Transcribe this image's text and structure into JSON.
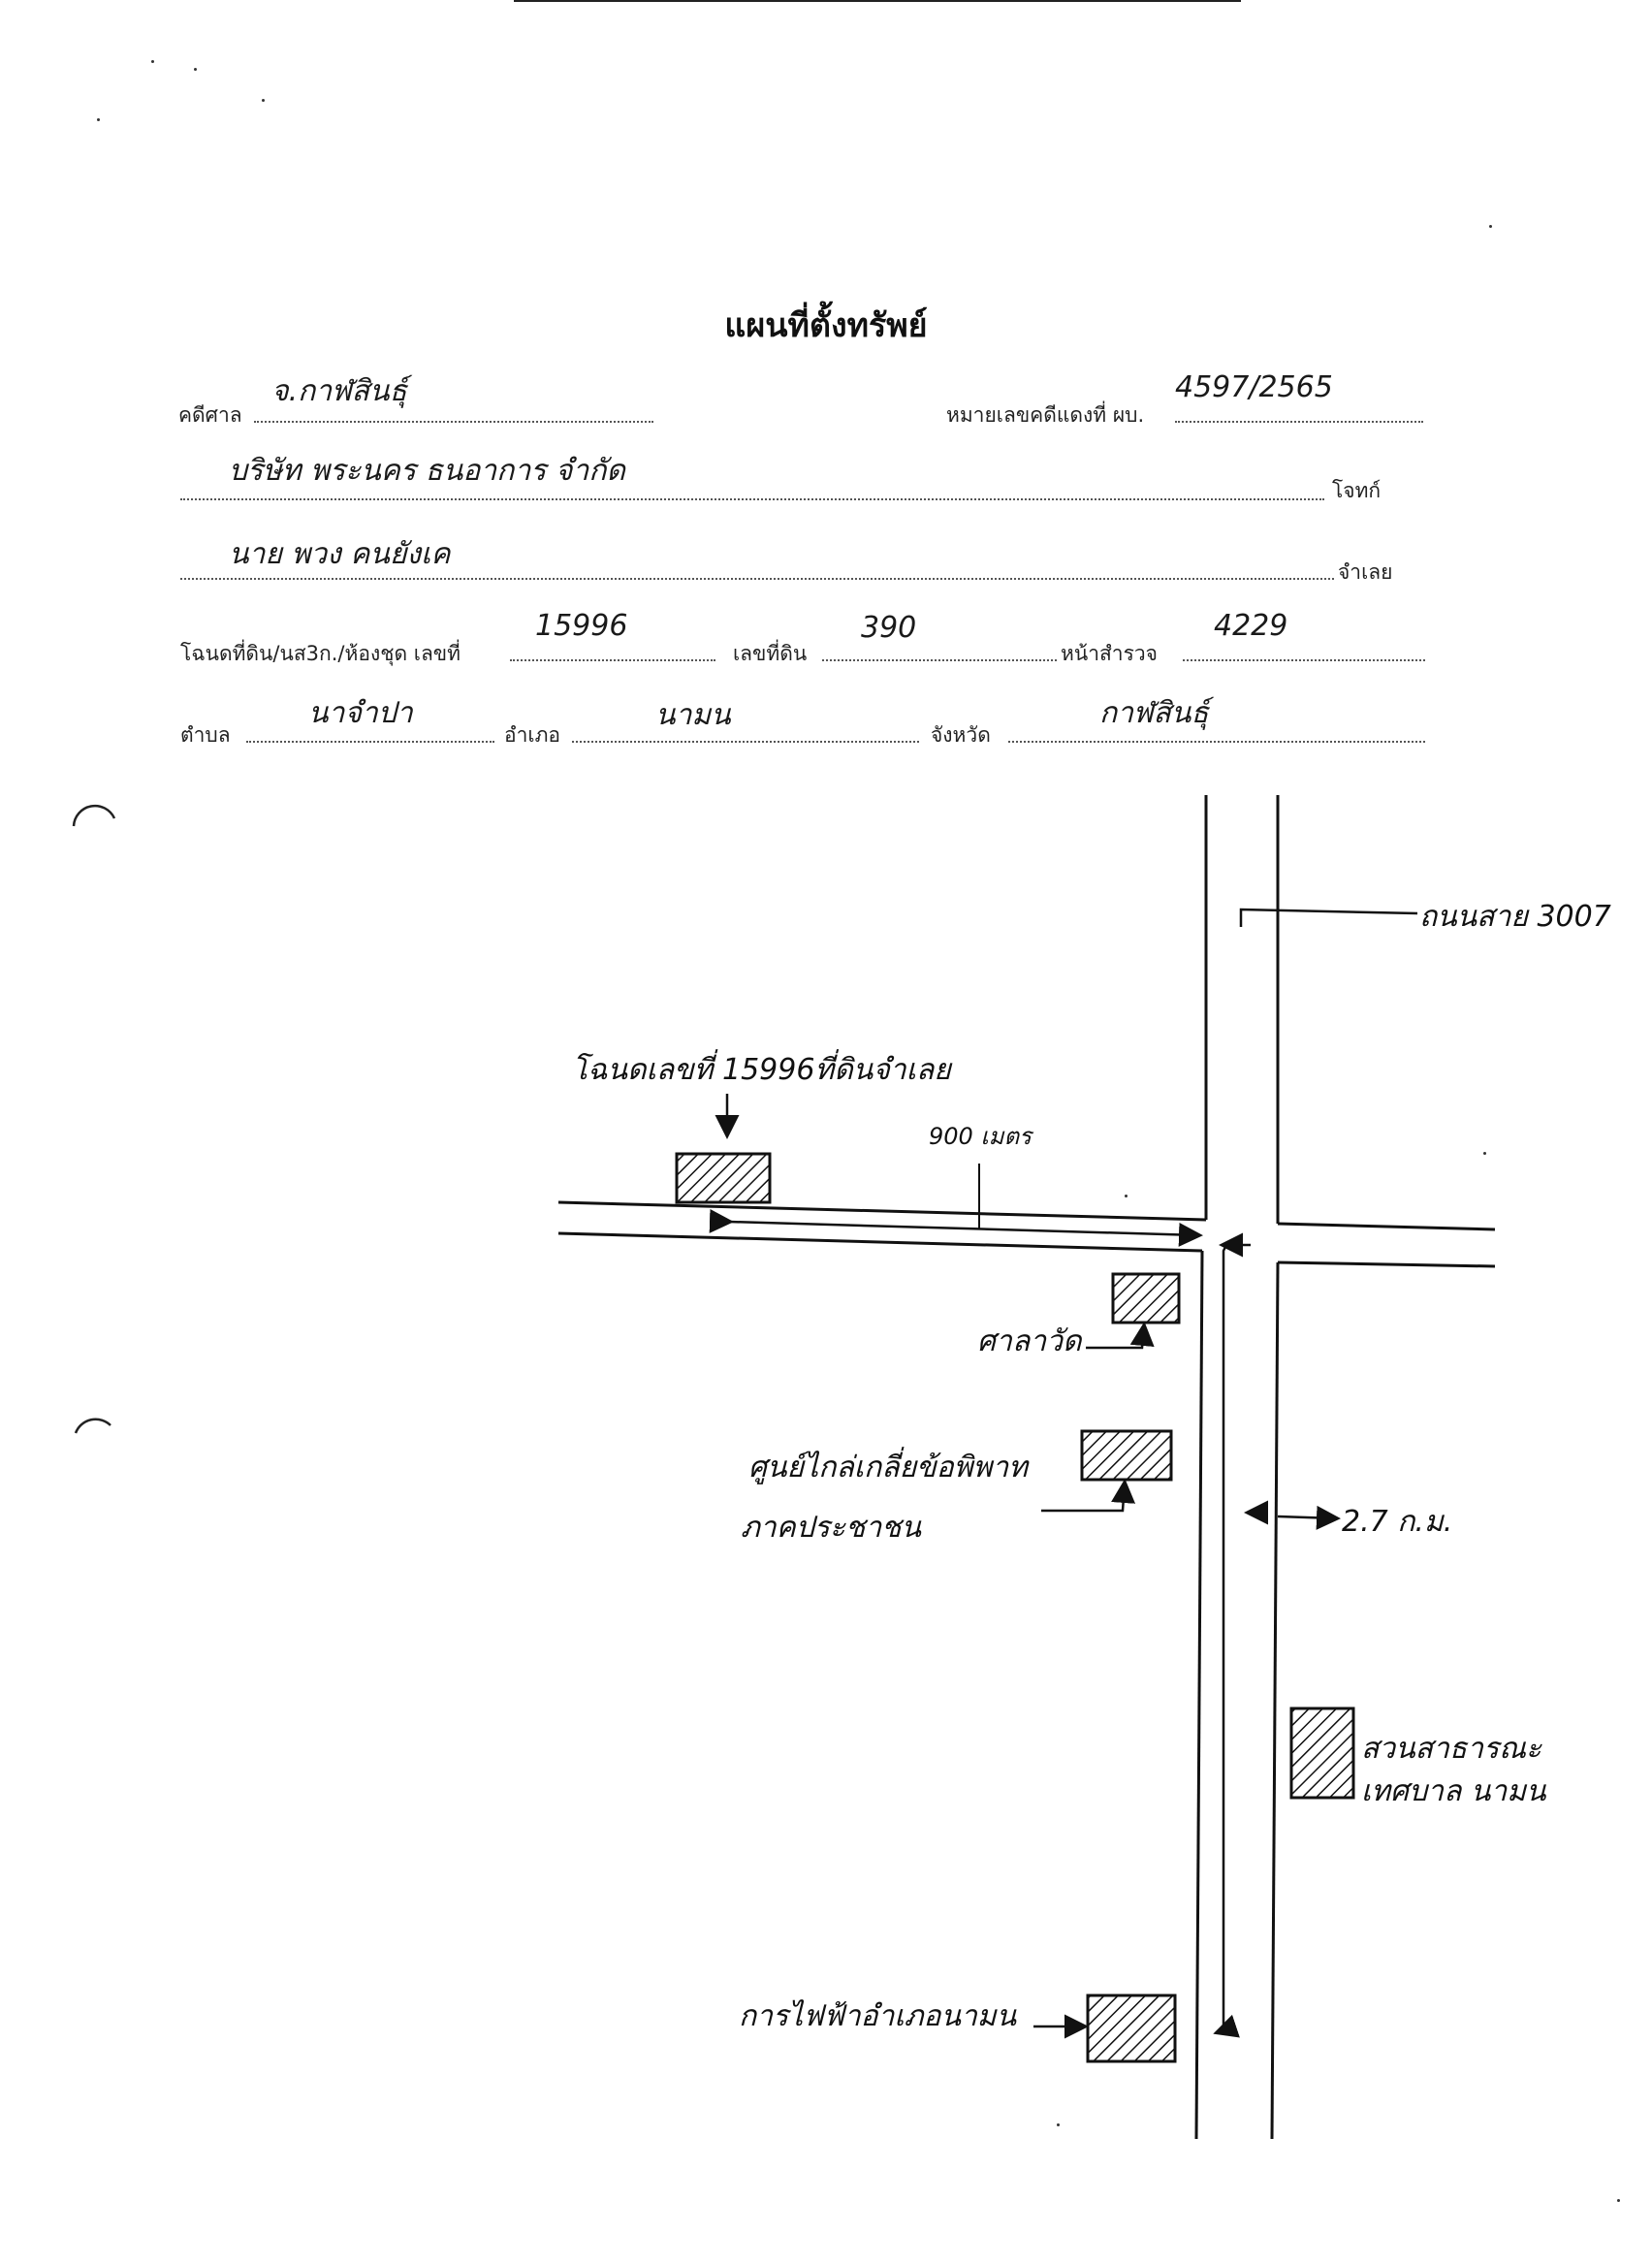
{
  "document": {
    "title": "แผนที่ตั้งทรัพย์",
    "header": {
      "court_label": "คดีศาล",
      "court_value": "จ.กาฬสินธุ์",
      "case_no_label": "หมายเลขคดีแดงที่ ผบ.",
      "case_no_value": "4597/2565",
      "plaintiff_value": "บริษัท พระนคร ธนอาการ จำกัด",
      "plaintiff_label": "โจทก์",
      "defendant_value": "นาย พวง คนยังเค",
      "defendant_label": "จำเลย",
      "deed_label": "โฉนดที่ดิน/นส3ก./ห้องชุด เลขที่",
      "deed_value": "15996",
      "land_no_label": "เลขที่ดิน",
      "land_no_value": "390",
      "survey_label": "หน้าสำรวจ",
      "survey_value": "4229",
      "subdistrict_label": "ตำบล",
      "subdistrict_value": "นาจำปา",
      "district_label": "อำเภอ",
      "district_value": "นามน",
      "province_label": "จังหวัด",
      "province_value": "กาฬสินธุ์"
    },
    "map": {
      "road_label": "ถนนสาย 3007",
      "property_label": "โฉนดเลขที่ 15996ที่ดินจำเลย",
      "distance_label": "900 เมตร",
      "place_1": "ศาลาวัด",
      "place_2_line1": "ศูนย์ไกล่เกลี่ยข้อพิพาท",
      "place_2_line2": "ภาคประชาชน",
      "distance_2": "2.7 ก.ม.",
      "place_3_line1": "สวนสาธารณะ",
      "place_3_line2": "เทศบาล นามน",
      "place_4": "การไฟฟ้าอำเภอนามน"
    }
  }
}
